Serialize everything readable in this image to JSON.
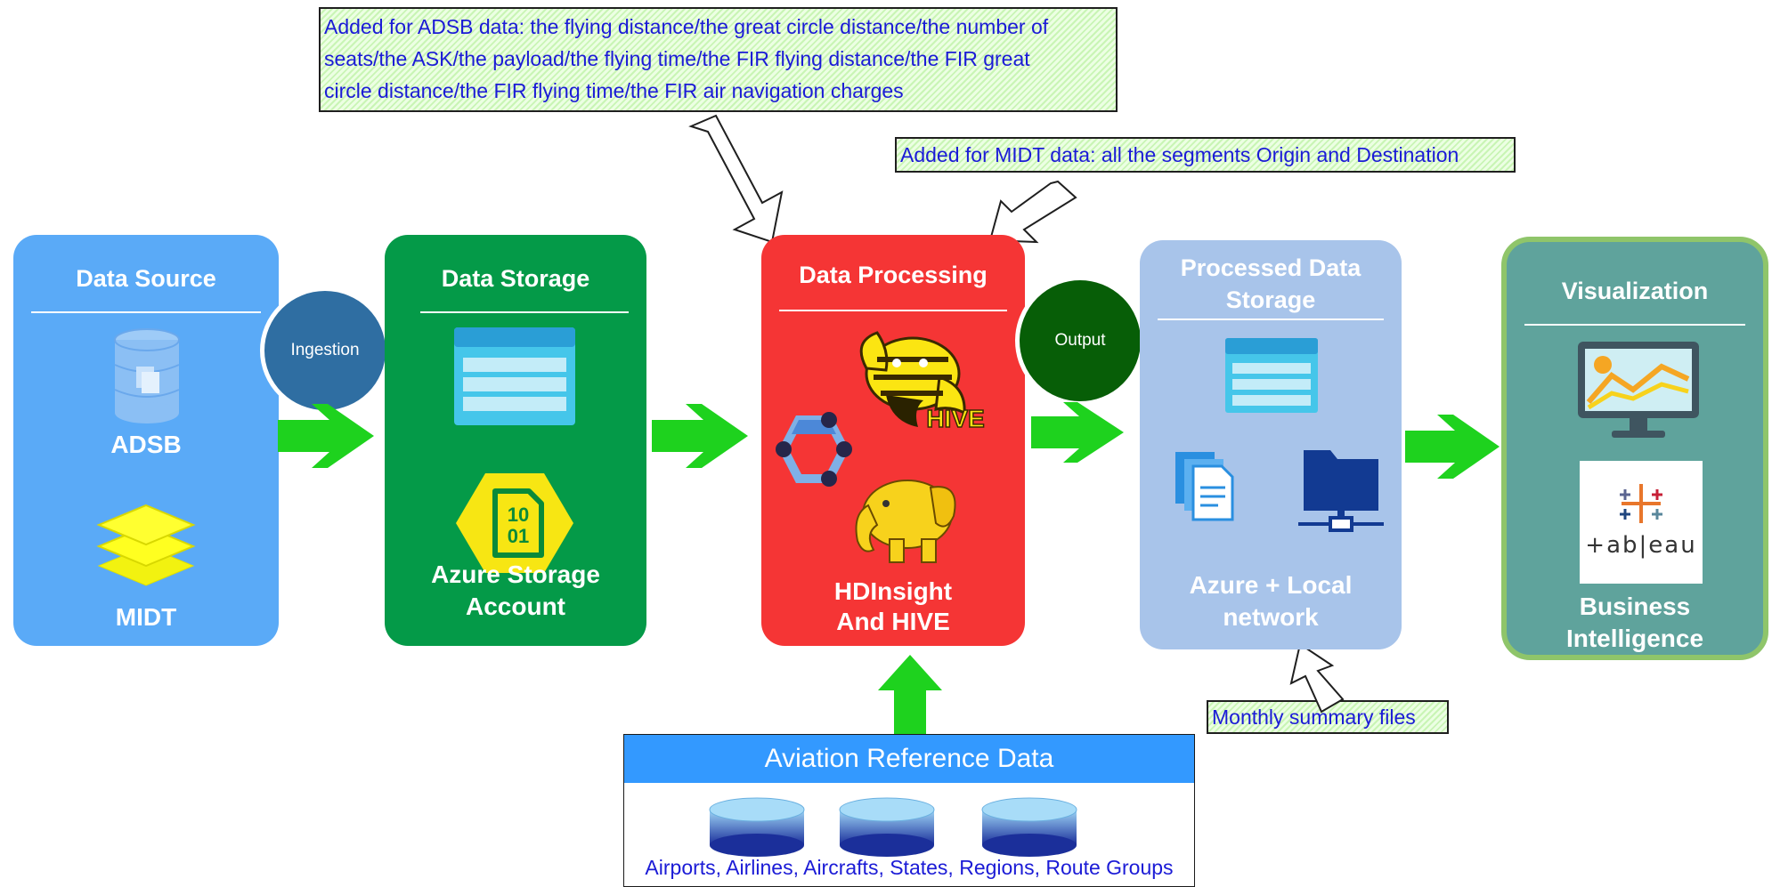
{
  "notes": {
    "adsb_note": [
      "Added for ADSB data: the flying distance/the great circle distance/the number of",
      "seats/the ASK/the payload/the flying time/the FIR flying distance/the FIR great",
      "circle distance/the FIR flying time/the FIR air navigation charges"
    ],
    "midt_note": "Added for MIDT data: all the segments Origin and Destination",
    "monthly_note": "Monthly summary files"
  },
  "connectors": {
    "ingestion": "Ingestion",
    "output": "Output"
  },
  "panels": {
    "data_source": {
      "title": "Data Source",
      "items": [
        "ADSB",
        "MIDT"
      ],
      "color": "#5aaaf7"
    },
    "data_storage": {
      "title": "Data Storage",
      "label_line1": "Azure Storage",
      "label_line2": "Account",
      "icon_text_1": "10",
      "icon_text_2": "01",
      "color": "#049a48"
    },
    "data_processing": {
      "title": "Data Processing",
      "label_line1": "HDInsight",
      "label_line2": "And HIVE",
      "hive_text": "HIVE",
      "color": "#f53535"
    },
    "processed_storage": {
      "title_line1": "Processed Data",
      "title_line2": "Storage",
      "label_line1": "Azure + Local",
      "label_line2": "network",
      "color": "#a8c4ea"
    },
    "visualization": {
      "title": "Visualization",
      "label_line1": "Business",
      "label_line2": "Intelligence",
      "tableau_text": "+ab|eau",
      "color": "#5fa39c"
    }
  },
  "reference": {
    "header": "Aviation Reference Data",
    "footer": "Airports, Airlines, Aircrafts, States, Regions, Route Groups"
  }
}
